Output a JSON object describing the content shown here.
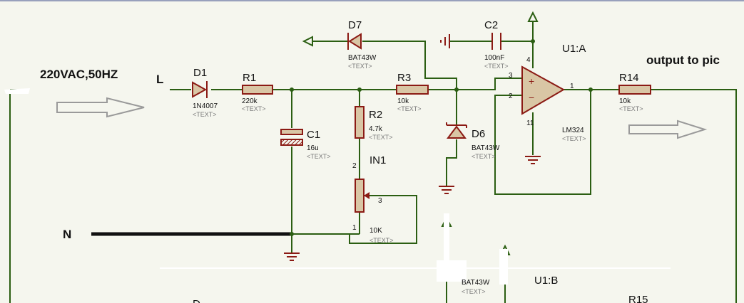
{
  "colors": {
    "background": "#f5f6ee",
    "wire": "#2b5e12",
    "component_outline": "#8b1a14",
    "component_fill": "#d9c6a5",
    "text": "#111111",
    "placeholder_text": "#7a7a7a"
  },
  "labels": {
    "supply": "220VAC,50HZ",
    "line": "L",
    "neutral": "N",
    "output": "output to pic"
  },
  "components": {
    "d1": {
      "ref": "D1",
      "value": "1N4007",
      "text": "<TEXT>"
    },
    "r1": {
      "ref": "R1",
      "value": "220k",
      "text": "<TEXT>"
    },
    "c1": {
      "ref": "C1",
      "value": "16u",
      "text": "<TEXT>"
    },
    "d7": {
      "ref": "D7",
      "value": "BAT43W",
      "text": "<TEXT>"
    },
    "c2": {
      "ref": "C2",
      "value": "100nF",
      "text": "<TEXT>"
    },
    "r2": {
      "ref": "R2",
      "value": "4.7k",
      "text": "<TEXT>"
    },
    "r3": {
      "ref": "R3",
      "value": "10k",
      "text": "<TEXT>"
    },
    "d6": {
      "ref": "D6",
      "value": "BAT43W",
      "text": "<TEXT>"
    },
    "in1": {
      "ref": "IN1",
      "value": "10K",
      "text": "<TEXT>"
    },
    "u1a": {
      "ref": "U1:A",
      "value": "LM324",
      "text": "<TEXT>"
    },
    "r14": {
      "ref": "R14",
      "value": "10k",
      "text": "<TEXT>"
    },
    "bottom_diode": {
      "value": "BAT43W",
      "text": "<TEXT>"
    },
    "u1b": {
      "ref": "U1:B"
    },
    "r15": {
      "ref": "R15"
    },
    "d_partial": {
      "ref": "D"
    }
  },
  "pins": {
    "opamp_noninv": "3",
    "opamp_inv": "2",
    "opamp_out": "1",
    "opamp_vcc": "4",
    "opamp_vee": "11",
    "pot_top": "2",
    "pot_wiper": "3",
    "pot_bottom": "1",
    "opamp_plus": "+",
    "opamp_minus": "−"
  }
}
